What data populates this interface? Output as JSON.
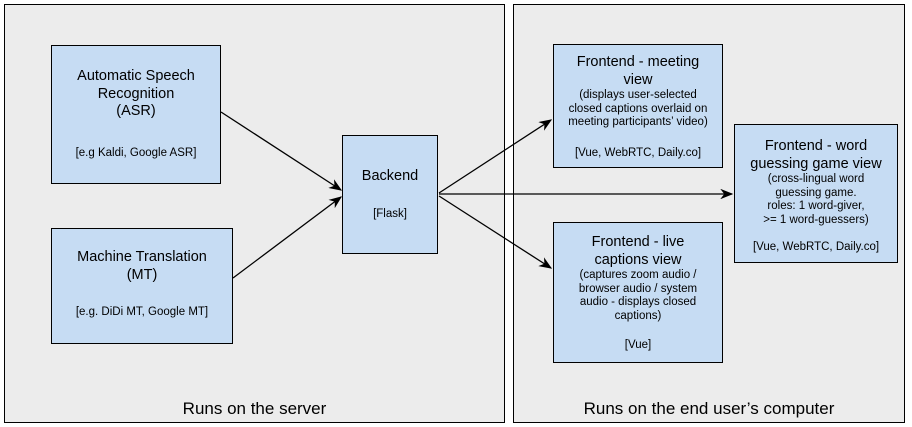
{
  "diagram": {
    "panels": [
      {
        "id": "server",
        "label": "Runs on the server"
      },
      {
        "id": "client",
        "label": "Runs on the end user’s computer"
      }
    ],
    "nodes": {
      "asr": {
        "title": "Automatic Speech\nRecognition\n(ASR)",
        "tech": "[e.g Kaldi, Google ASR]"
      },
      "mt": {
        "title": "Machine Translation\n(MT)",
        "tech": "[e.g. DiDi MT, Google MT]"
      },
      "backend": {
        "title": "Backend",
        "tech": "[Flask]"
      },
      "meeting": {
        "title": "Frontend - meeting\nview",
        "detail": "(displays user-selected\nclosed captions overlaid on\nmeeting participants’ video)",
        "tech": "[Vue, WebRTC, Daily.co]"
      },
      "word": {
        "title": "Frontend - word\nguessing game view",
        "detail": "(cross-lingual word\nguessing game.\nroles: 1 word-giver,\n>= 1 word-guessers)",
        "tech": "[Vue, WebRTC, Daily.co]"
      },
      "live": {
        "title": "Frontend - live\ncaptions view",
        "detail": "(captures zoom audio /\nbrowser audio / system\naudio - displays closed\ncaptions)",
        "tech": "[Vue]"
      }
    },
    "edges": [
      {
        "name": "asr-to-backend",
        "from": "asr",
        "to": "backend"
      },
      {
        "name": "mt-to-backend",
        "from": "mt",
        "to": "backend"
      },
      {
        "name": "backend-to-meeting-view",
        "from": "backend",
        "to": "meeting"
      },
      {
        "name": "backend-to-word-game",
        "from": "backend",
        "to": "word"
      },
      {
        "name": "backend-to-live-captions",
        "from": "backend",
        "to": "live"
      }
    ],
    "colors": {
      "node_fill": "#c6dcf3",
      "node_stroke": "#000000",
      "panel_fill": "#ececec",
      "panel_stroke": "#000000",
      "edge": "#000000",
      "text": "#000000"
    }
  }
}
